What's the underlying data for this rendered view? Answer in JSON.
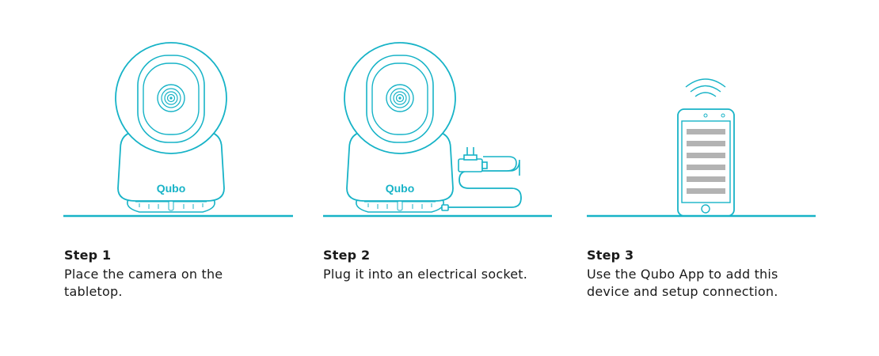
{
  "brand": {
    "name": "Qubo",
    "accent_color": "#17b3c7"
  },
  "steps": [
    {
      "title": "Step 1",
      "description": "Place the camera on the\ntabletop.",
      "illustration_icon": "camera-on-table-icon"
    },
    {
      "title": "Step 2",
      "description": "Plug it into an electrical socket.",
      "illustration_icon": "camera-with-power-plug-icon"
    },
    {
      "title": "Step 3",
      "description": "Use the Qubo App to add this\ndevice and setup connection.",
      "illustration_icon": "smartphone-wifi-icon"
    }
  ]
}
